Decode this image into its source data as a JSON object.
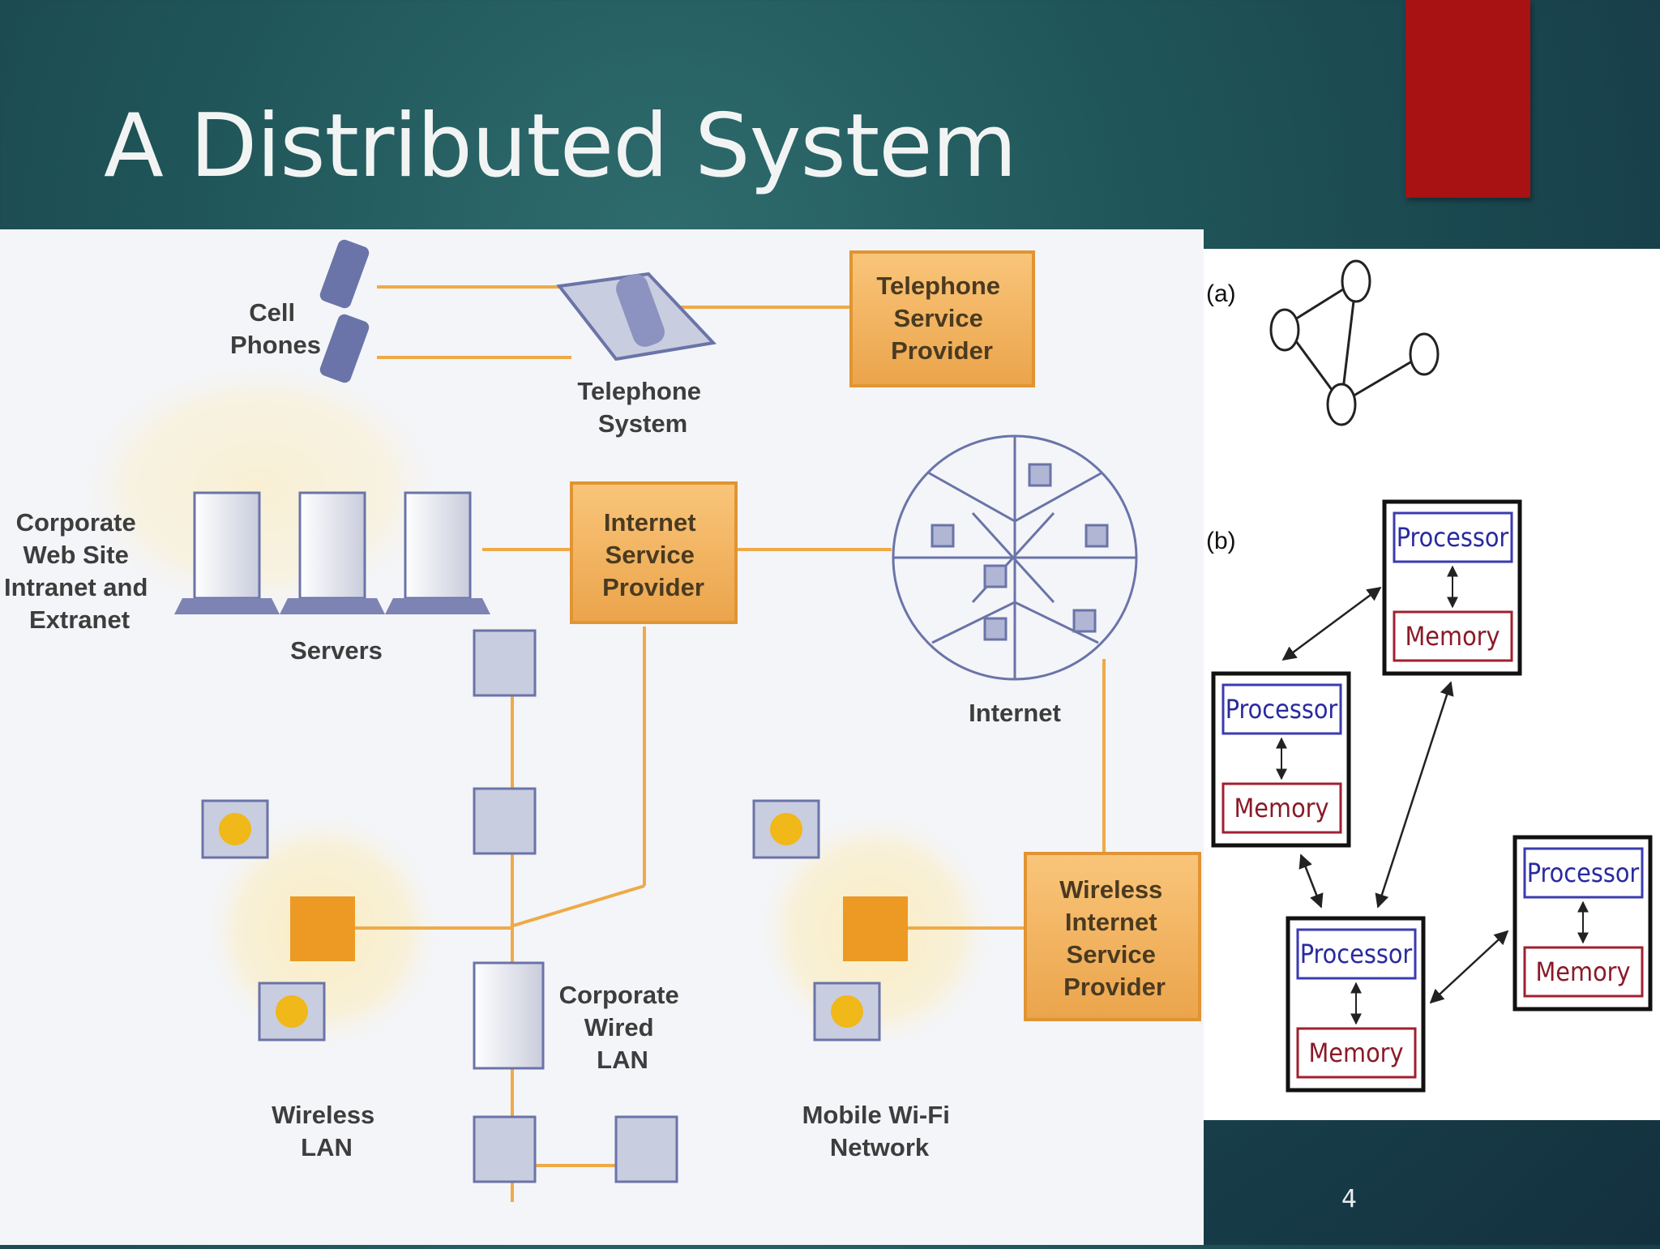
{
  "slide": {
    "title": "A Distributed System",
    "number": "4",
    "accent_color": "#a81212"
  },
  "network_diagram": {
    "cell_phones": [
      "Cell",
      "Phones"
    ],
    "telephone_system": [
      "Telephone",
      "System"
    ],
    "telephone_provider": [
      "Telephone",
      "Service",
      "Provider"
    ],
    "corporate_site": [
      "Corporate",
      "Web Site",
      "Intranet and",
      "Extranet"
    ],
    "servers": "Servers",
    "isp": [
      "Internet",
      "Service",
      "Provider"
    ],
    "internet": "Internet",
    "wireless_isp": [
      "Wireless",
      "Internet",
      "Service",
      "Provider"
    ],
    "corporate_lan": [
      "Corporate",
      "Wired",
      "LAN"
    ],
    "wireless_lan": [
      "Wireless",
      "LAN"
    ],
    "mobile_wifi": [
      "Mobile Wi-Fi",
      "Network"
    ]
  },
  "topology_diagram": {
    "label_a": "(a)",
    "label_b": "(b)",
    "processor": "Processor",
    "memory": "Memory"
  }
}
